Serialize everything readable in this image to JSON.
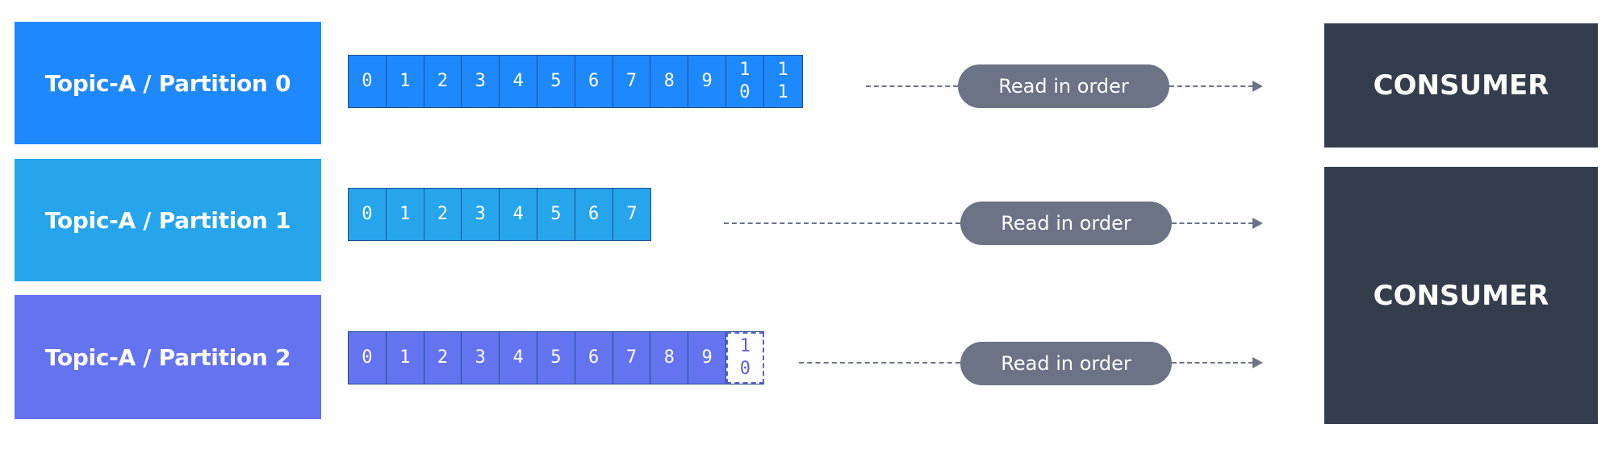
{
  "partitions": [
    {
      "label": "Topic-A / Partition 0",
      "offsets": [
        "0",
        "1",
        "2",
        "3",
        "4",
        "5",
        "6",
        "7",
        "8",
        "9",
        "10",
        "11"
      ],
      "pending_offset": null,
      "flow_label": "Read in order",
      "color": "#1e88ff"
    },
    {
      "label": "Topic-A / Partition 1",
      "offsets": [
        "0",
        "1",
        "2",
        "3",
        "4",
        "5",
        "6",
        "7"
      ],
      "pending_offset": null,
      "flow_label": "Read in order",
      "color": "#26a4ec"
    },
    {
      "label": "Topic-A / Partition 2",
      "offsets": [
        "0",
        "1",
        "2",
        "3",
        "4",
        "5",
        "6",
        "7",
        "8",
        "9"
      ],
      "pending_offset": "10",
      "flow_label": "Read in order",
      "color": "#6473f0"
    }
  ],
  "consumers": [
    {
      "label": "CONSUMER",
      "color": "#333d4c"
    },
    {
      "label": "CONSUMER",
      "color": "#333d4c"
    }
  ],
  "connector_color": "#6b7385"
}
